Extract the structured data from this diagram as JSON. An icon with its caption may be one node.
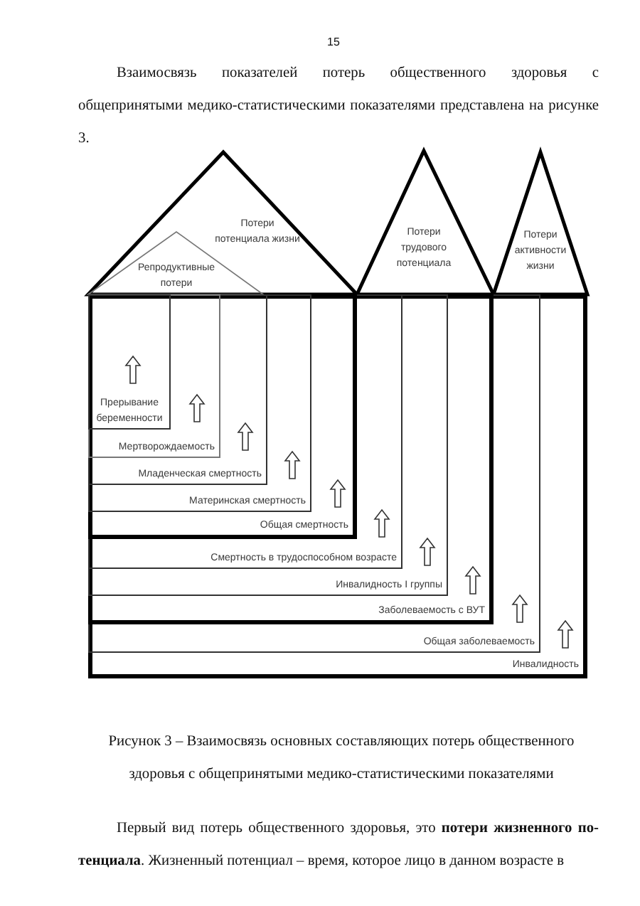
{
  "diagram": {
    "caption": "Рисунок 3 – Взаимосвязь основных составляющих потерь общественного здоровья с общепринятыми медико-статистическими показателями",
    "nodes": [
      {
        "text": [
          "Потери потенциала жизни"
        ]
      },
      {
        "text": [
          "Репродуктивные потери"
        ],
        "in": 0
      },
      {
        "text": [
          "Потери трудового потенциала"
        ]
      },
      {
        "text": [
          "Потери активности жизни"
        ]
      },
      {
        "text": [
          "Инвалидность"
        ]
      },
      {
        "text": [
          "Общая заболеваемость"
        ],
        "in": 4
      },
      {
        "text": [
          "Заболеваемость с ВУТ"
        ],
        "in": 5
      },
      {
        "text": [
          "Инвалидность I группы"
        ],
        "in": 6
      },
      {
        "text": [
          "Смертность в трудоспособном  возрасте"
        ],
        "in": 7
      },
      {
        "text": [
          "Общая смертность"
        ],
        "in": 8
      },
      {
        "text": [
          "Материнская смертность"
        ],
        "in": 9
      },
      {
        "text": [
          "Младенческая смертность"
        ],
        "in": 10
      },
      {
        "text": [
          "Мертворождаемость"
        ],
        "in": 11
      },
      {
        "text": [
          "Прерывание беременности"
        ],
        "in": 12
      }
    ],
    "labels": [
      "15",
      "Взаимосвязь показателей потерь общественного здоровья с общепринятыми медико-статистическими показателями представлена на рисунке 3.",
      "Первый вид потерь общественного здоровья, это **потери жизненного по-тенциала**.  Жизненный потенциал – время, которое лицо в данном возрасте в"
    ]
  }
}
